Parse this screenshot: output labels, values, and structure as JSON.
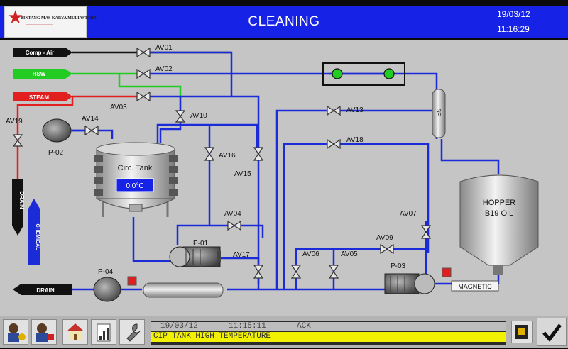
{
  "header": {
    "title": "CLEANING",
    "date": "19/03/12",
    "time": "11:16:29",
    "logo_text": "BINTANG MAS KARYA MULIASTARA"
  },
  "lines": {
    "comp_air": "Comp - Air",
    "hsw": "HSW",
    "steam": "STEAM",
    "drain_vertical": "DRAIN",
    "chemical": "CHEMICAL",
    "drain_bottom": "DRAIN"
  },
  "valves": {
    "av01": "AV01",
    "av02": "AV02",
    "av03": "AV03",
    "av04": "AV04",
    "av05": "AV05",
    "av06": "AV06",
    "av07": "AV07",
    "av09": "AV09",
    "av10": "AV10",
    "av13": "AV13",
    "av14": "AV14",
    "av15": "AV15",
    "av16": "AV16",
    "av17": "AV17",
    "av18": "AV18",
    "av19": "AV19"
  },
  "pumps": {
    "p01": "P-01",
    "p02": "P-02",
    "p03": "P-03",
    "p04": "P-04"
  },
  "tank": {
    "label": "Circ. Tank",
    "temperature": "0.0°C"
  },
  "hopper": {
    "line1": "HOPPER",
    "line2": "B19 OIL"
  },
  "magnetic": "MAGNETIC",
  "filter_label": "SF",
  "alarm": {
    "date": "19/03/12",
    "time": "11:15:11",
    "status": "ACK",
    "message": "CIP TANK HIGH TEMPERATURE"
  },
  "footer_buttons": [
    "user-login-icon",
    "user-logout-icon",
    "home-icon",
    "trend-icon",
    "settings-wrench-icon"
  ],
  "colors": {
    "header_bg": "#1622e6",
    "panel_bg": "#c5c5c5",
    "pipe_blue": "#1c2bd8",
    "air_black": "#111111",
    "hsw_green": "#22cc22",
    "steam_red": "#e11f1f",
    "alarm_yellow": "#f2f200",
    "tank_display": "#1622e6"
  }
}
